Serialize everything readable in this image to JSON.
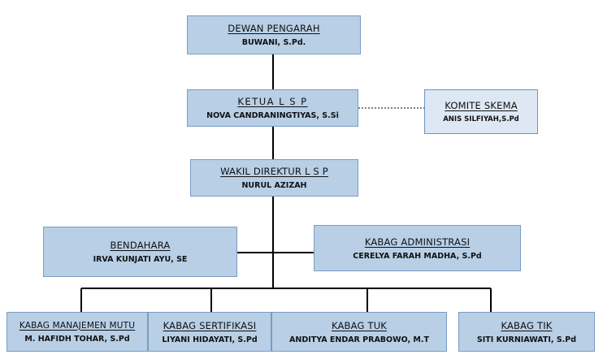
{
  "nodes": {
    "dewan": {
      "role": "DEWAN PENGARAH",
      "name": "BUWANI, S.Pd."
    },
    "ketua": {
      "role": "KETUA  L S P",
      "name": "NOVA CANDRANINGTIYAS, S.Si"
    },
    "komite": {
      "role": "KOMITE SKEMA",
      "name": "ANIS SILFIYAH,S.Pd"
    },
    "wakil": {
      "role": "WAKIL DIREKTUR  L S P",
      "name": "NURUL AZIZAH"
    },
    "bendahara": {
      "role": "BENDAHARA",
      "name": "IRVA KUNJATI AYU, SE"
    },
    "administrasi": {
      "role": "KABAG ADMINISTRASI",
      "name": "CERELYA  FARAH MADHA,  S.Pd"
    },
    "mutu": {
      "role": "KABAG MANAJEMEN MUTU",
      "name": "M. HAFIDH TOHAR, S.Pd"
    },
    "sertifikasi": {
      "role": "KABAG SERTIFIKASI",
      "name": "LIYANI HIDAYATI, S.Pd"
    },
    "tuk": {
      "role": "KABAG TUK",
      "name": "ANDITYA ENDAR PRABOWO, M.T"
    },
    "tik": {
      "role": "KABAG TIK",
      "name": "SITI KURNIAWATI, S.Pd"
    }
  }
}
